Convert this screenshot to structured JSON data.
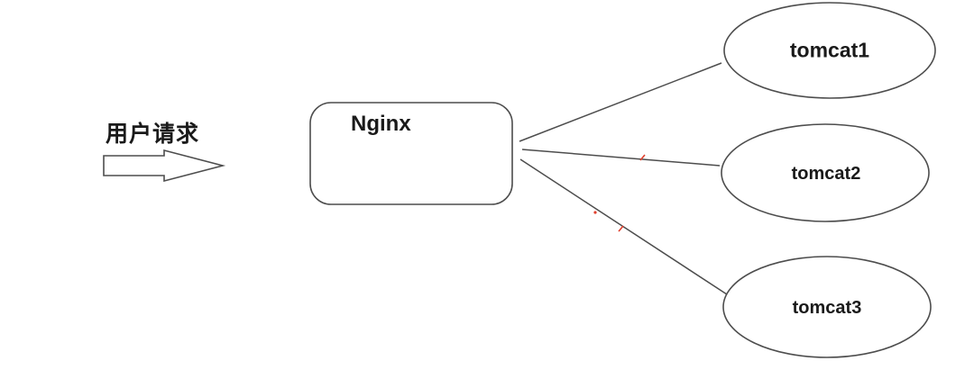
{
  "diagram": {
    "user_request_label": "用户请求",
    "nginx_label": "Nginx",
    "tomcat_nodes": [
      {
        "label": "tomcat1"
      },
      {
        "label": "tomcat2"
      },
      {
        "label": "tomcat3"
      }
    ],
    "colors": {
      "background": "#ffffff",
      "shape_stroke": "#4d4d4d",
      "text": "#1a1a1a",
      "red_mark": "#e0402e"
    }
  }
}
